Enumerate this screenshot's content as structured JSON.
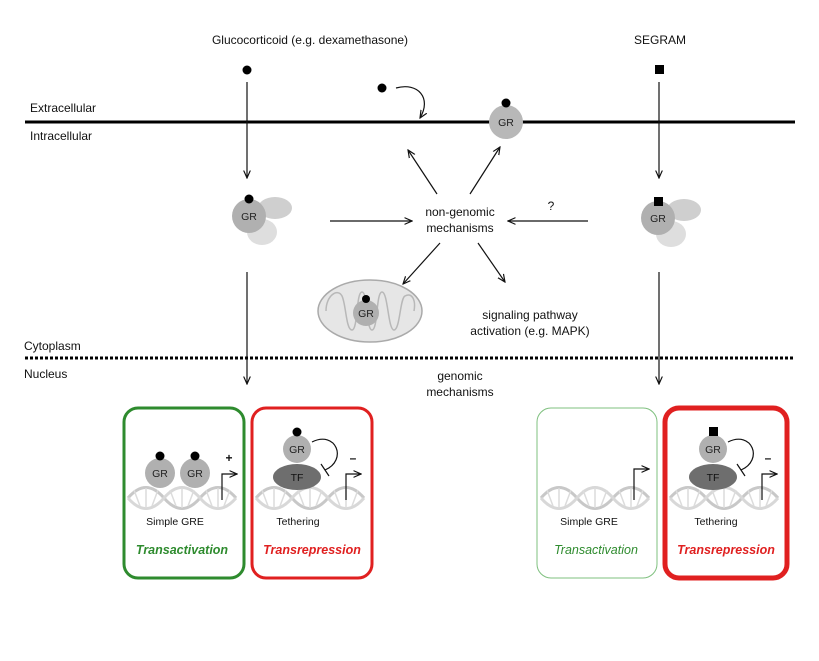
{
  "ligands": {
    "left": "Glucocorticoid (e.g. dexamethasone)",
    "right": "SEGRAM"
  },
  "regions": {
    "extracellular": "Extracellular",
    "intracellular": "Intracellular",
    "cytoplasm": "Cytoplasm",
    "nucleus": "Nucleus"
  },
  "molecules": {
    "gr": "GR",
    "tf": "TF"
  },
  "center": {
    "nongenomic_line1": "non-genomic",
    "nongenomic_line2": "mechanisms",
    "question": "?",
    "signaling_line1": "signaling pathway",
    "signaling_line2": "activation (e.g. MAPK)",
    "genomic_line1": "genomic",
    "genomic_line2": "mechanisms"
  },
  "boxes": {
    "simple_gre": "Simple GRE",
    "tethering": "Tethering",
    "transactivation": "Transactivation",
    "transrepression": "Transrepression",
    "plus": "+",
    "minus": "–"
  },
  "colors": {
    "green": "#2e8b2e",
    "light_green": "#7fc07f",
    "red": "#e02020",
    "gr_fill": "#b8b8b8",
    "tf_fill": "#6e6e6e"
  }
}
